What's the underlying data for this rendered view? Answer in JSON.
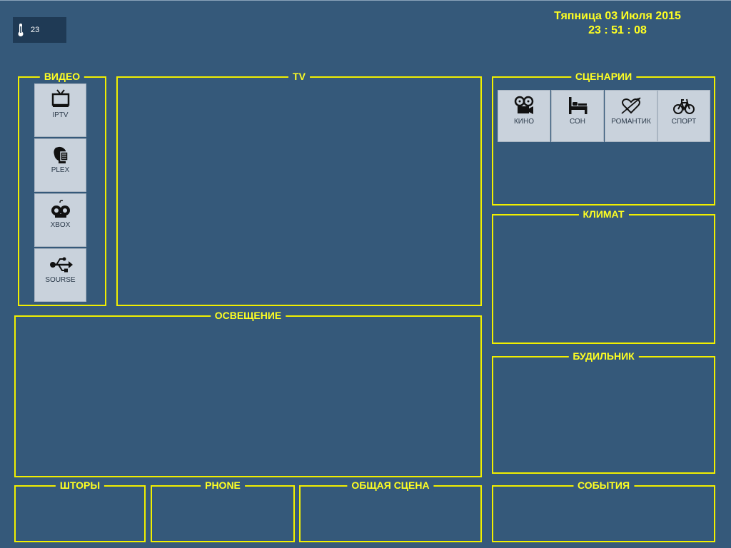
{
  "header": {
    "temperature": "23",
    "date": "Тяпница 03 Июля 2015",
    "time": "23 : 51 : 08"
  },
  "colors": {
    "background": "#35597a",
    "frame": "#f1ef00",
    "title": "#ffff22",
    "tile": "#c9d2dc",
    "temp_widget": "#1f3a55"
  },
  "panels": {
    "video": "ВИДЕО",
    "tv": "TV",
    "scenarios": "СЦЕНАРИИ",
    "climate": "КЛИМАТ",
    "lighting": "ОСВЕЩЕНИЕ",
    "alarm": "БУДИЛЬНИК",
    "curtains": "ШТОРЫ",
    "phone": "PHONE",
    "general_scene": "ОБЩАЯ СЦЕНА",
    "events": "СОБЫТИЯ"
  },
  "video_items": [
    {
      "label": "IPTV",
      "icon": "tv-icon"
    },
    {
      "label": "PLEX",
      "icon": "plex-icon"
    },
    {
      "label": "XBOX",
      "icon": "gamepad-icon"
    },
    {
      "label": "SOURSE",
      "icon": "usb-icon"
    }
  ],
  "scenario_items": [
    {
      "label": "КИНО",
      "icon": "film-camera-icon"
    },
    {
      "label": "СОН",
      "icon": "bed-icon"
    },
    {
      "label": "РОМАНТИК",
      "icon": "heart-arrow-icon"
    },
    {
      "label": "СПОРТ",
      "icon": "bicycle-icon"
    }
  ]
}
